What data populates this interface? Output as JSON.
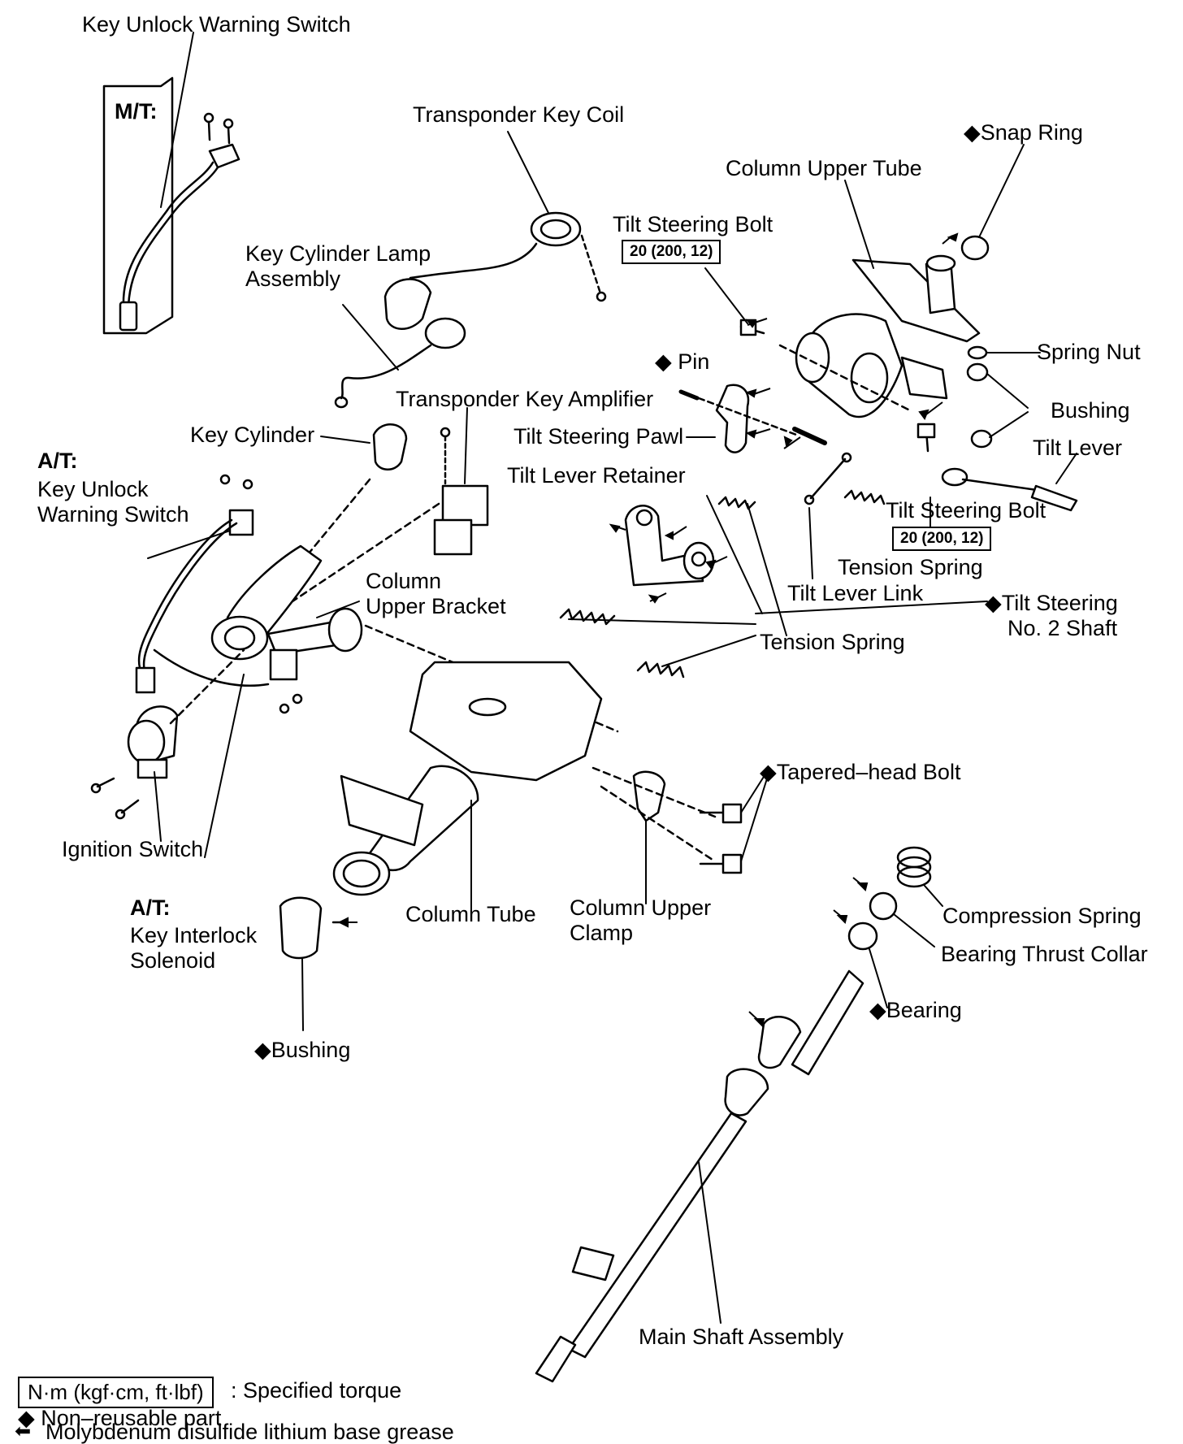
{
  "labels": {
    "key_unlock_switch_mt_title": "Key Unlock Warning Switch",
    "mt_tag": "M/T:",
    "transponder_key_coil": "Transponder Key Coil",
    "snap_ring": "◆Snap Ring",
    "column_upper_tube": "Column Upper Tube",
    "tilt_steering_bolt_top": "Tilt Steering Bolt",
    "torque_top": "20 (200, 12)",
    "key_cylinder_lamp_line1": "Key Cylinder Lamp",
    "key_cylinder_lamp_line2": "Assembly",
    "pin": "◆ Pin",
    "spring_nut": "Spring Nut",
    "transponder_key_amplifier": "Transponder Key Amplifier",
    "bushing_right": "Bushing",
    "tilt_steering_pawl": "Tilt Steering Pawl",
    "tilt_lever": "Tilt Lever",
    "key_cylinder": "Key Cylinder",
    "at_tag_1": "A/T:",
    "key_unlock_at_line1": "Key Unlock",
    "key_unlock_at_line2": "Warning Switch",
    "tilt_lever_retainer": "Tilt Lever Retainer",
    "tilt_steering_bolt_mid": "Tilt Steering Bolt",
    "torque_mid": "20 (200, 12)",
    "tension_spring_right": "Tension Spring",
    "column_upper_bracket_line1": "Column",
    "column_upper_bracket_line2": "Upper Bracket",
    "tilt_lever_link": "Tilt Lever Link",
    "tilt_no2_shaft_line1": "◆Tilt Steering",
    "tilt_no2_shaft_line2": "No. 2 Shaft",
    "tension_spring_mid": "Tension Spring",
    "tapered_head_bolt": "◆Tapered–head Bolt",
    "ignition_switch": "Ignition Switch",
    "at_tag_2": "A/T:",
    "key_interlock_line1": "Key Interlock",
    "key_interlock_line2": "Solenoid",
    "column_tube": "Column Tube",
    "column_upper_clamp_line1": "Column Upper",
    "column_upper_clamp_line2": "Clamp",
    "compression_spring": "Compression Spring",
    "bearing_thrust_collar": "Bearing Thrust Collar",
    "bearing": "◆Bearing",
    "bushing_bottom": "◆Bushing",
    "main_shaft_assembly": "Main Shaft Assembly"
  },
  "legend": {
    "torque_units": "N·m (kgf·cm, ft·lbf)",
    "torque_desc": ": Specified torque",
    "non_reusable": "◆ Non–reusable part",
    "grease_arrow": "⬅",
    "grease": "Molybdenum disulfide lithium base grease"
  }
}
